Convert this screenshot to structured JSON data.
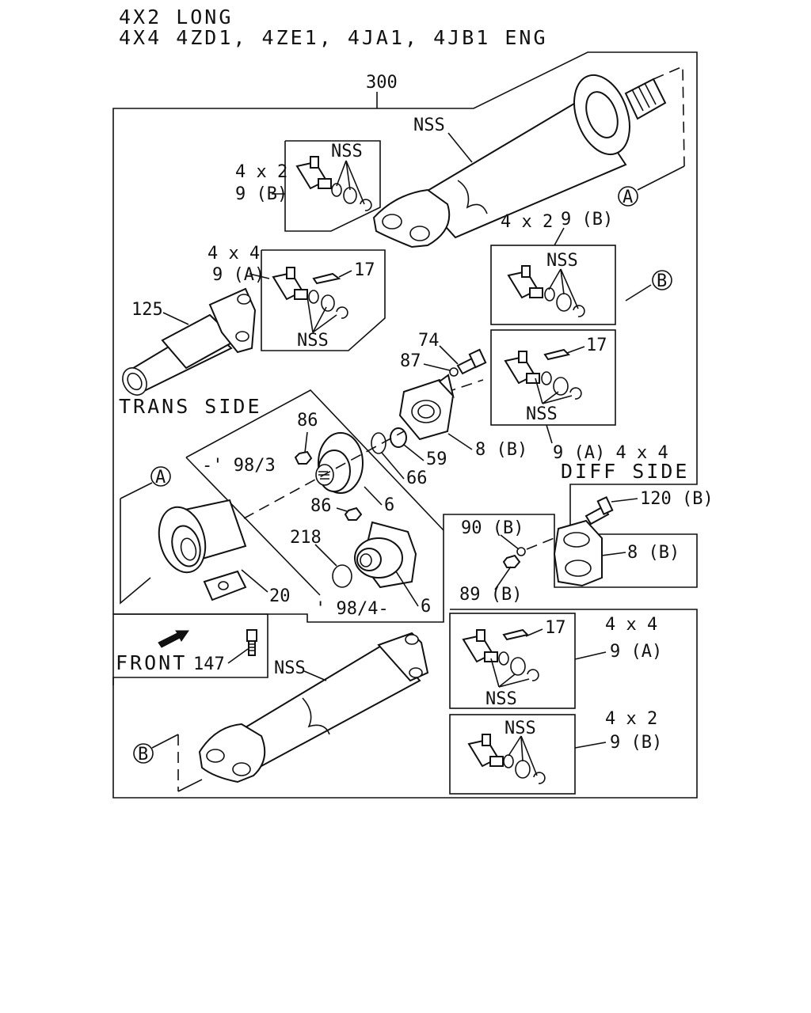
{
  "header": {
    "line1": "4X2 LONG",
    "line2": "4X4 4ZD1, 4ZE1, 4JA1, 4JB1 ENG"
  },
  "labels": {
    "p300": "300",
    "nss_top": "NSS",
    "box_tl_nss": "NSS",
    "box_tl_4x2": "4 x 2",
    "box_tl_9b": "9 (B)",
    "box_ml_4x4": "4 x 4",
    "box_ml_9a": "9 (A)",
    "box_ml_17": "17",
    "box_ml_nss": "NSS",
    "p125": "125",
    "trans_side": "TRANS SIDE",
    "circle_a_top": "A",
    "circle_b_right": "B",
    "box_tr_4x2": "4 x 2",
    "box_tr_9b": "9 (B)",
    "box_tr_nss": "NSS",
    "box_mr_17": "17",
    "box_mr_nss": "NSS",
    "box_mr_9a": "9 (A) 4 x 4",
    "diff_side": "DIFF SIDE",
    "p74": "74",
    "p87": "87",
    "p86a": "86",
    "p8b_a": "8 (B)",
    "p59": "59",
    "p66": "66",
    "date_upto": "-' 98/3",
    "p6a": "6",
    "p86b": "86",
    "p218": "218",
    "p6b": "6",
    "date_from": "' 98/4-",
    "circle_a_left": "A",
    "p20": "20",
    "p120b": "120 (B)",
    "p90b": "90 (B)",
    "p8b_b": "8 (B)",
    "p89b": "89 (B)",
    "front": "FRONT",
    "p147": "147",
    "nss_bottom": "NSS",
    "circle_b_left": "B",
    "box_br1_17": "17",
    "box_br1_nss": "NSS",
    "box_br1_4x4": "4 x 4",
    "box_br1_9a": "9 (A)",
    "box_br2_nss": "NSS",
    "box_br2_4x2": "4 x 2",
    "box_br2_9b": "9 (B)"
  }
}
